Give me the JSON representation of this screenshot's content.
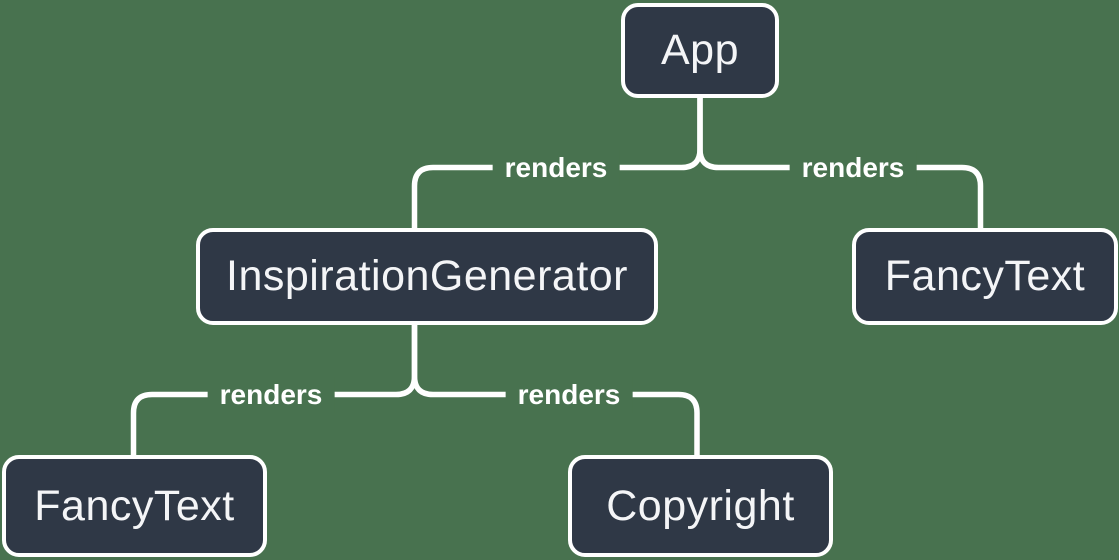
{
  "diagram": {
    "description": "Component render tree diagram"
  },
  "nodes": {
    "app": {
      "label": "App"
    },
    "inspiration_generator": {
      "label": "InspirationGenerator"
    },
    "fancy_text_top": {
      "label": "FancyText"
    },
    "fancy_text_bottom": {
      "label": "FancyText"
    },
    "copyright": {
      "label": "Copyright"
    }
  },
  "edges": {
    "app_to_inspiration": {
      "label": "renders"
    },
    "app_to_fancytext": {
      "label": "renders"
    },
    "inspiration_to_fancytext": {
      "label": "renders"
    },
    "inspiration_to_copyright": {
      "label": "renders"
    }
  },
  "colors": {
    "background": "#48724f",
    "node_fill": "#2f3846",
    "node_border": "#ffffff",
    "node_text": "#f4f5f7",
    "line": "#ffffff"
  }
}
